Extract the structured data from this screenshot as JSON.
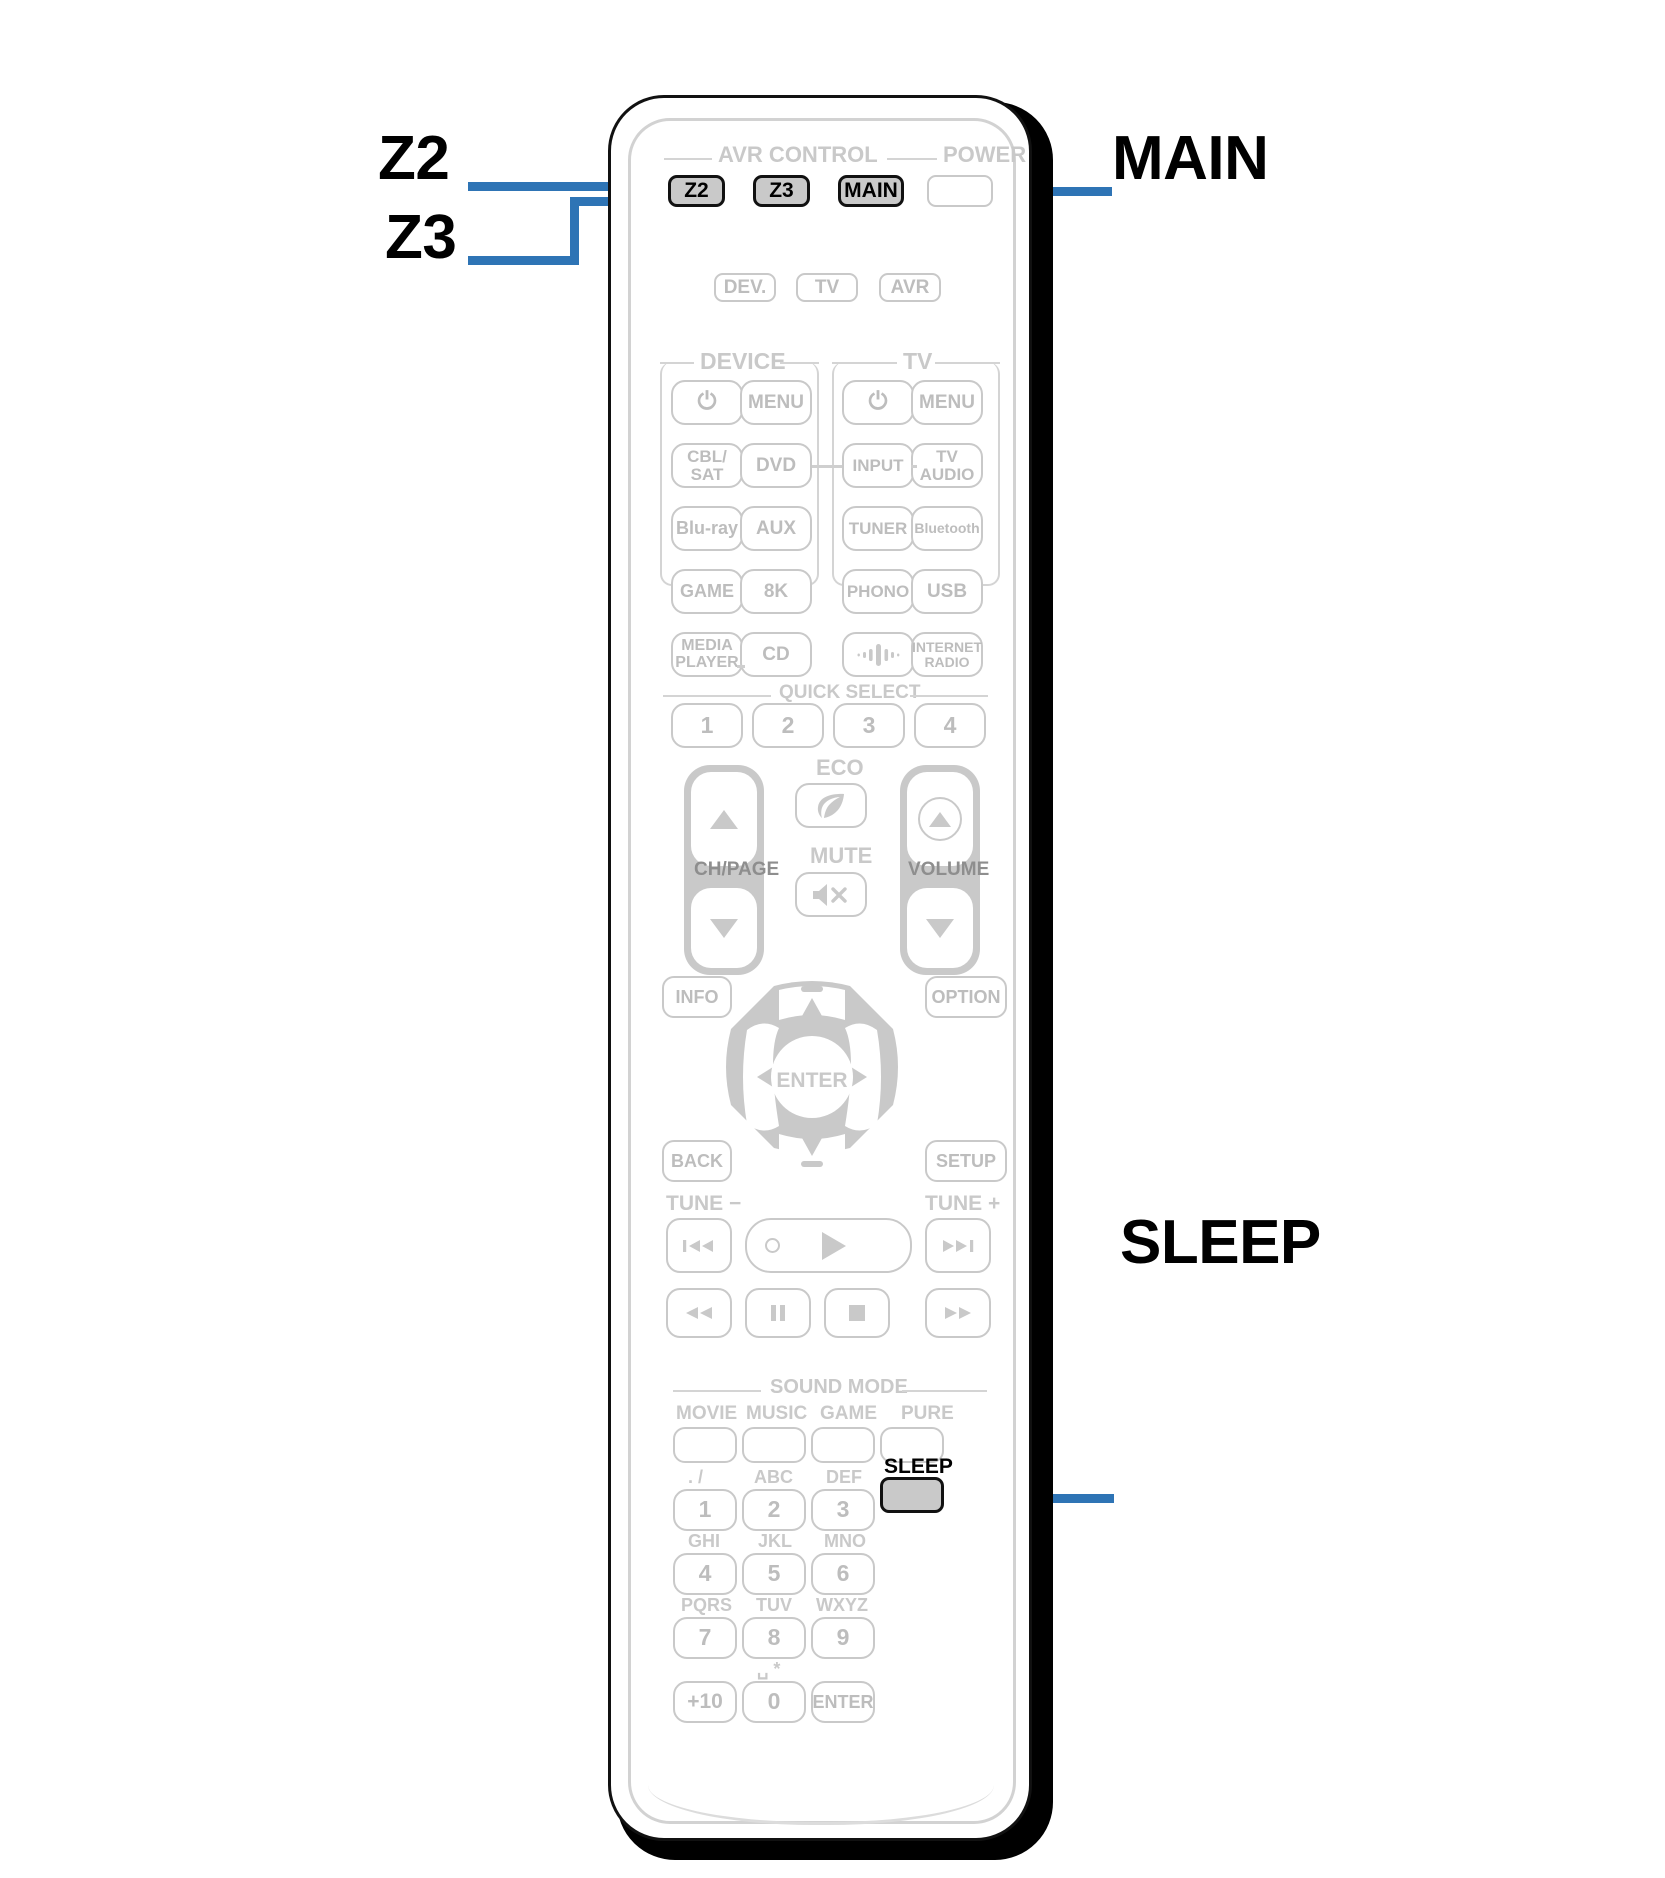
{
  "document": {
    "kind": "remote-control-diagram",
    "accent_color": "#2e74b5",
    "art_color": "#c9c9c9",
    "highlight_fill": "#c9c9c9"
  },
  "callouts": [
    {
      "id": "z2",
      "label": "Z2",
      "target": "Z2 button"
    },
    {
      "id": "z3",
      "label": "Z3",
      "target": "Z3 button"
    },
    {
      "id": "main",
      "label": "MAIN",
      "target": "MAIN button"
    },
    {
      "id": "sleep",
      "label": "SLEEP",
      "target": "SLEEP button"
    }
  ],
  "remote": {
    "avr_control": {
      "group_label": "AVR CONTROL",
      "power_label": "POWER",
      "buttons": [
        {
          "label": "Z2",
          "highlighted": true
        },
        {
          "label": "Z3",
          "highlighted": true
        },
        {
          "label": "MAIN",
          "highlighted": true
        },
        {
          "label": "",
          "highlighted": false
        }
      ]
    },
    "mode_row": [
      {
        "label": "DEV."
      },
      {
        "label": "TV"
      },
      {
        "label": "AVR"
      }
    ],
    "device_group_label": "DEVICE",
    "tv_group_label": "TV",
    "source_grid": [
      {
        "label": "⏻",
        "name": "device-power"
      },
      {
        "label": "MENU",
        "name": "device-menu"
      },
      {
        "label": "⏻",
        "name": "tv-power"
      },
      {
        "label": "MENU",
        "name": "tv-menu"
      },
      {
        "label": "CBL/\nSAT",
        "name": "cbl-sat"
      },
      {
        "label": "DVD",
        "name": "dvd"
      },
      {
        "label": "INPUT",
        "name": "input"
      },
      {
        "label": "TV\nAUDIO",
        "name": "tv-audio"
      },
      {
        "label": "Blu-ray",
        "name": "blu-ray"
      },
      {
        "label": "AUX",
        "name": "aux"
      },
      {
        "label": "TUNER",
        "name": "tuner"
      },
      {
        "label": "Bluetooth",
        "name": "bluetooth"
      },
      {
        "label": "GAME",
        "name": "game"
      },
      {
        "label": "8K",
        "name": "8k"
      },
      {
        "label": "PHONO",
        "name": "phono"
      },
      {
        "label": "USB",
        "name": "usb"
      },
      {
        "label": "MEDIA\nPLAYER",
        "name": "media-player"
      },
      {
        "label": "CD",
        "name": "cd"
      },
      {
        "label": "",
        "name": "heos-sound-icon"
      },
      {
        "label": "INTERNET\nRADIO",
        "name": "internet-radio"
      }
    ],
    "quick_select": {
      "group_label": "QUICK SELECT",
      "buttons": [
        "1",
        "2",
        "3",
        "4"
      ]
    },
    "controls": {
      "ch_page_label": "CH/PAGE",
      "eco_label": "ECO",
      "mute_label": "MUTE",
      "volume_label": "VOLUME"
    },
    "navigation": {
      "info_label": "INFO",
      "option_label": "OPTION",
      "back_label": "BACK",
      "setup_label": "SETUP",
      "enter_label": "ENTER"
    },
    "transport": {
      "tune_minus_label": "TUNE −",
      "tune_plus_label": "TUNE +",
      "buttons": [
        {
          "name": "skip-back-icon",
          "glyph": "⏮"
        },
        {
          "name": "play-icon",
          "glyph": "▶"
        },
        {
          "name": "skip-forward-icon",
          "glyph": "⏭"
        },
        {
          "name": "rewind-icon",
          "glyph": "◀◀"
        },
        {
          "name": "pause-icon",
          "glyph": "❚❚"
        },
        {
          "name": "stop-icon",
          "glyph": "■"
        },
        {
          "name": "fast-forward-icon",
          "glyph": "▶▶"
        }
      ]
    },
    "sound_mode": {
      "group_label": "SOUND MODE",
      "buttons": [
        "MOVIE",
        "MUSIC",
        "GAME",
        "PURE"
      ]
    },
    "keypad": {
      "sleep_label": "SLEEP",
      "keys": [
        {
          "letters": ". /",
          "digit": "1"
        },
        {
          "letters": "ABC",
          "digit": "2"
        },
        {
          "letters": "DEF",
          "digit": "3"
        },
        {
          "letters": "GHI",
          "digit": "4"
        },
        {
          "letters": "JKL",
          "digit": "5"
        },
        {
          "letters": "MNO",
          "digit": "6"
        },
        {
          "letters": "PQRS",
          "digit": "7"
        },
        {
          "letters": "TUV",
          "digit": "8"
        },
        {
          "letters": "WXYZ",
          "digit": "9"
        },
        {
          "letters": "",
          "digit": "+10"
        },
        {
          "letters": "␣ *",
          "digit": "0"
        },
        {
          "letters": "",
          "digit": "ENTER"
        }
      ]
    }
  }
}
